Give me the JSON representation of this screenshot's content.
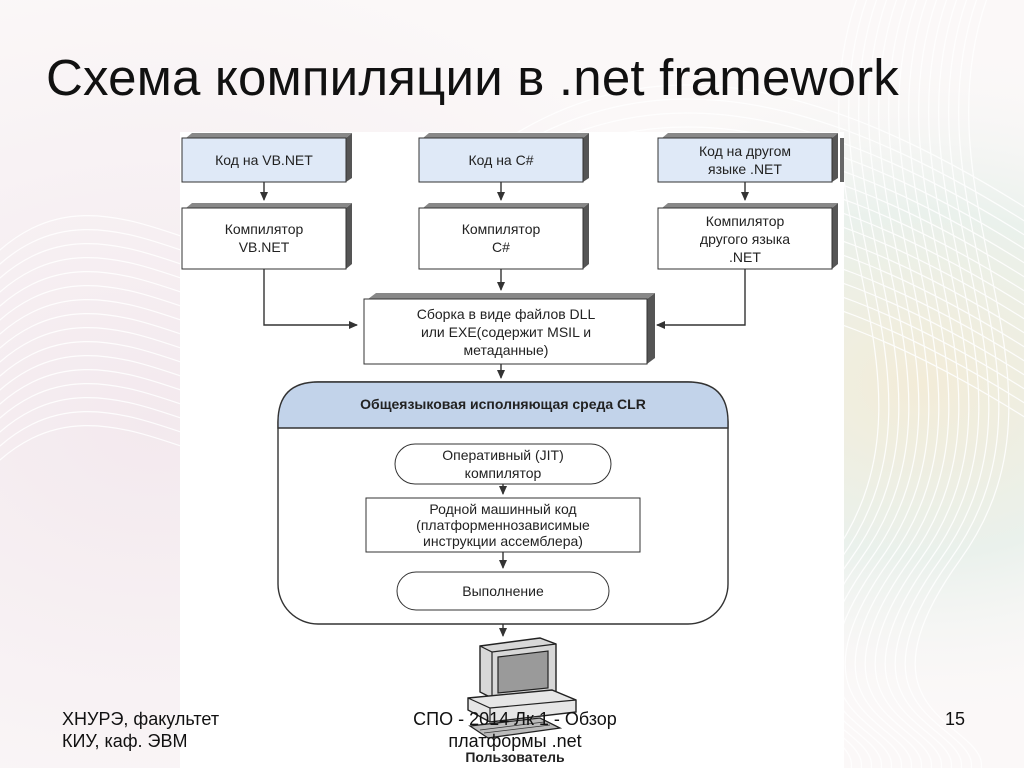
{
  "slide": {
    "title": "Схема компиляции в .net framework",
    "footer_left": [
      "ХНУРЭ, факультет",
      "КИУ, каф. ЭВМ"
    ],
    "footer_center": [
      "СПО - 2014 Лк 1 - Обзор",
      "платформы .net"
    ],
    "page_number": "15"
  },
  "diagram": {
    "sources": [
      {
        "lines": [
          "Код на VB.NET"
        ]
      },
      {
        "lines": [
          "Код на C#"
        ]
      },
      {
        "lines": [
          "Код на другом",
          "языке .NET"
        ]
      }
    ],
    "compilers": [
      {
        "lines": [
          "Компилятор",
          "VB.NET"
        ]
      },
      {
        "lines": [
          "Компилятор",
          "C#"
        ]
      },
      {
        "lines": [
          "Компилятор",
          "другого языка",
          ".NET"
        ]
      }
    ],
    "assembly": {
      "lines": [
        "Сборка в виде файлов DLL",
        "или EXE(содержит MSIL и",
        "метаданные)"
      ]
    },
    "clr": {
      "title": "Общеязыковая исполняющая среда CLR"
    },
    "jit": {
      "lines": [
        "Оперативный (JIT)",
        "компилятор"
      ]
    },
    "native": {
      "lines": [
        "Родной машинный код",
        "(платформеннозависимые",
        "инструкции ассемблера)"
      ]
    },
    "execution": {
      "lines": [
        "Выполнение"
      ]
    },
    "user": {
      "label": "Пользователь"
    },
    "colors": {
      "box_fill": "#dfe9f7",
      "clr_header": "#c2d3ea",
      "line": "#333333",
      "shadow": "#555555"
    }
  }
}
